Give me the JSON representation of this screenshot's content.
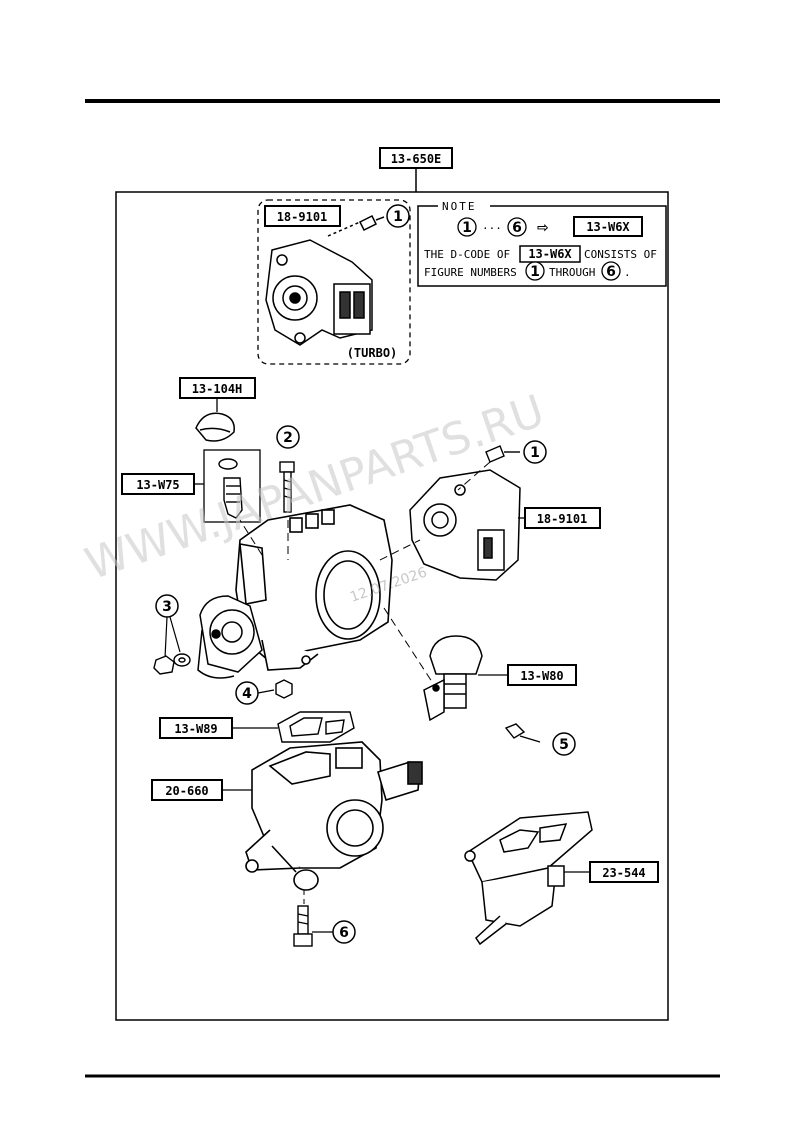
{
  "labels": {
    "main": "13-650E",
    "tps_turbo": "18-9101",
    "turbo": "(TURBO)",
    "lh_13_104h": "13-104H",
    "lh_13_w75": "13-W75",
    "tps_main": "18-9101",
    "lh_13_w80": "13-W80",
    "lh_13_w89": "13-W89",
    "lh_20_660": "20-660",
    "lh_23_544": "23-544"
  },
  "note": {
    "title": "NOTE",
    "from_num": "1",
    "ellipsis": "···",
    "to_num": "6",
    "arrow": "⇨",
    "code": "13-W6X",
    "line1_pre": "THE D-CODE OF",
    "line1_code": "13-W6X",
    "line1_post": "CONSISTS OF",
    "line2_pre": "FIGURE NUMBERS",
    "line2_a": "1",
    "line2_mid": "THROUGH",
    "line2_b": "6",
    "line2_end": "."
  },
  "callouts": {
    "c1_top": "1",
    "c1_main": "1",
    "c2": "2",
    "c3": "3",
    "c4": "4",
    "c5": "5",
    "c6": "6"
  },
  "watermark": {
    "text": "WWW.JAPANPARTS.RU",
    "date": "12.07.2026"
  }
}
